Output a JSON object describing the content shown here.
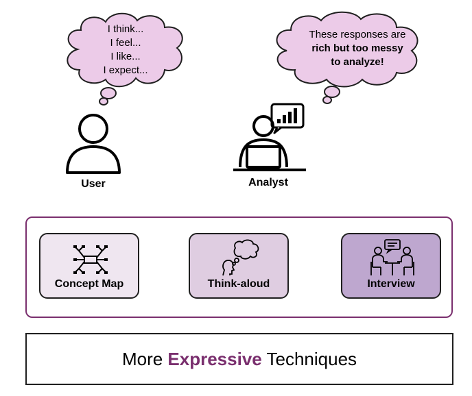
{
  "user_thought": {
    "lines": [
      "I think...",
      "I feel...",
      "I like...",
      "I expect..."
    ]
  },
  "analyst_thought": {
    "line1": "These responses are",
    "line2": "rich but too messy",
    "line3": "to analyze!"
  },
  "people": {
    "user_label": "User",
    "analyst_label": "Analyst"
  },
  "techniques": [
    {
      "label": "Concept Map",
      "icon": "concept-map-icon",
      "fill": "#efe6f0"
    },
    {
      "label": "Think-aloud",
      "icon": "thought-bubble-head-icon",
      "fill": "#dfcde1"
    },
    {
      "label": "Interview",
      "icon": "interview-icon",
      "fill": "#bea7cf"
    }
  ],
  "footer": {
    "prefix": "More ",
    "accent": "Expressive",
    "suffix": " Techniques"
  },
  "colors": {
    "cloud_fill": "#eccbe8",
    "accent": "#7a2f6e",
    "outline": "#1f1f1f"
  }
}
